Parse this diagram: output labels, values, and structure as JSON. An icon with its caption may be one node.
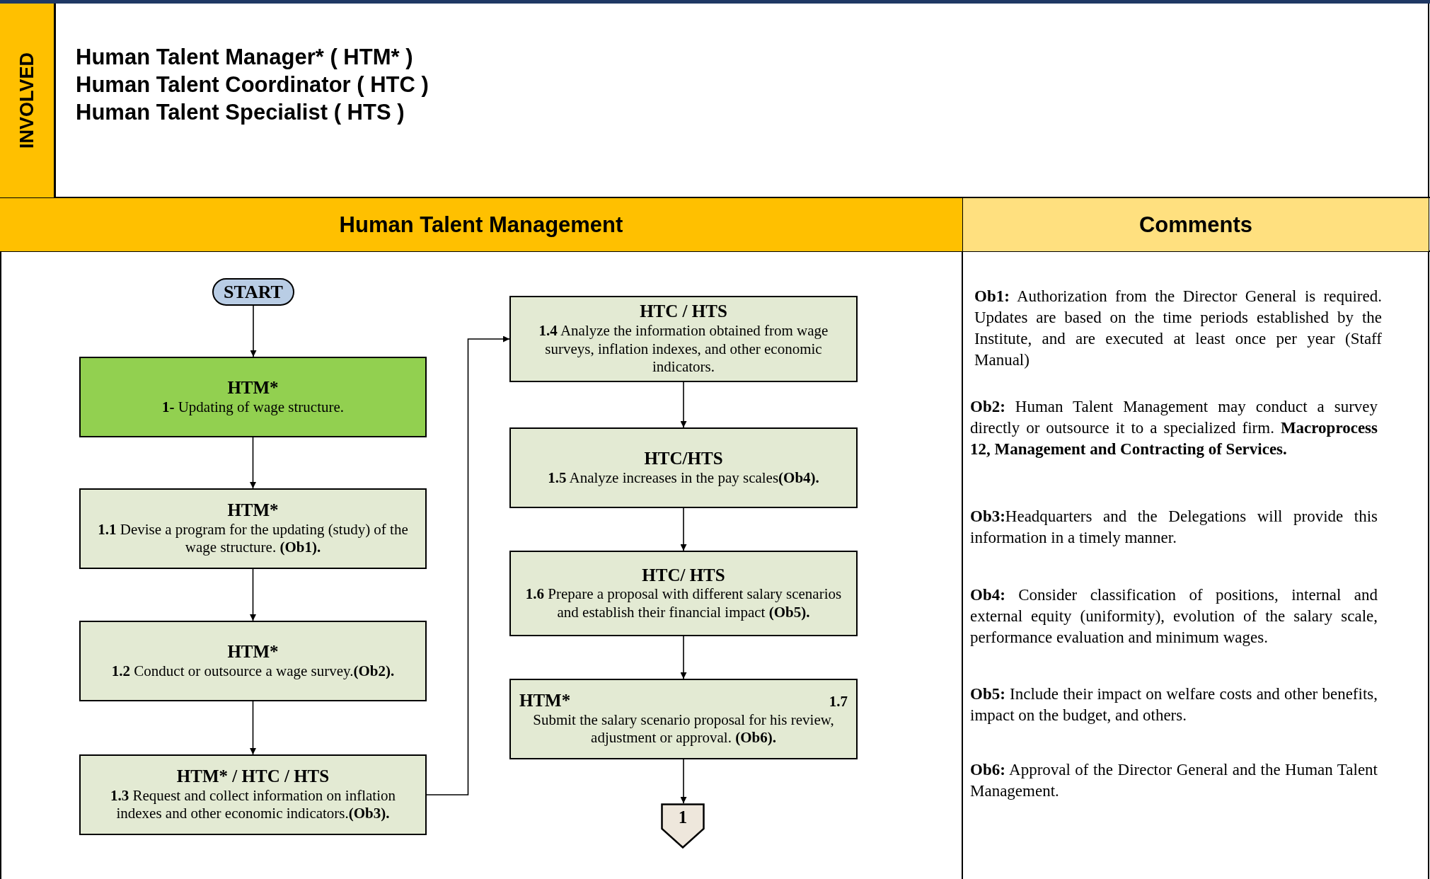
{
  "diagram": {
    "nodes": [
      {
        "text": [
          "INVOLVED"
        ]
      },
      {
        "text": [
          "Human Talent Management"
        ]
      },
      {
        "text": [
          "Comments"
        ]
      },
      {
        "text": [
          "START"
        ]
      },
      {
        "text": [
          "HTM*",
          "**1-** Updating of wage structure."
        ]
      },
      {
        "text": [
          "HTM*",
          "**1.1** Devise a program for the updating (study) of the wage structure. **(Ob1).**"
        ]
      },
      {
        "text": [
          "HTM*",
          "**1.2** Conduct or outsource a wage survey.**(Ob2).**"
        ]
      },
      {
        "text": [
          "HTM* / HTC / HTS",
          "**1.3** Request and collect information on inflation indexes and other economic indicators.**(Ob3).**"
        ]
      },
      {
        "text": [
          "HTC / HTS",
          "**1.4** Analyze the information obtained from wage surveys, inflation indexes, and other economic indicators."
        ]
      },
      {
        "text": [
          "HTC/HTS",
          "**1.5** Analyze increases in the pay scales**(Ob4).**"
        ]
      },
      {
        "text": [
          "HTC/ HTS",
          "**1.6** Prepare a proposal with different salary scenarios and establish their financial impact **(Ob5).**"
        ]
      },
      {
        "text": [
          "HTM*",
          "1.7",
          "Submit the salary scenario proposal for his review, adjustment or approval. **(Ob6).**"
        ]
      },
      {
        "text": [
          "1"
        ]
      }
    ],
    "edges": [
      {
        "from": 3,
        "to": 4,
        "arrow": "to"
      },
      {
        "from": 4,
        "to": 5,
        "arrow": "to"
      },
      {
        "from": 5,
        "to": 6,
        "arrow": "to"
      },
      {
        "from": 6,
        "to": 7,
        "arrow": "to"
      },
      {
        "from": 7,
        "to": 8,
        "arrow": "to"
      },
      {
        "from": 8,
        "to": 9,
        "arrow": "to"
      },
      {
        "from": 9,
        "to": 10,
        "arrow": "to"
      },
      {
        "from": 10,
        "to": 11,
        "arrow": "to"
      },
      {
        "from": 11,
        "to": 12,
        "arrow": "to"
      }
    ],
    "labels": [
      "Human Talent Manager* ( HTM* )",
      "Human Talent Coordinator ( HTC )",
      "Human Talent Specialist ( HTS )",
      "**Ob1:** Authorization from the Director General is required. Updates are based on the time periods established by the Institute, and are executed at least once per year  (Staff Manual)",
      "**Ob2:** Human Talent Management may conduct a survey directly or outsource it to a specialized firm. **Macroprocess 12, Management and Contracting of Services.**",
      "**Ob3:**Headquarters and the Delegations will provide this information in a timely manner.",
      "**Ob4:** Consider classification of positions, internal and external equity (uniformity), evolution of the salary scale, performance evaluation and minimum wages.",
      "**Ob5:** Include their impact on welfare costs and other benefits, impact on the budget, and others.",
      "**Ob6:** Approval of the Director General and the Human Talent Management."
    ]
  }
}
